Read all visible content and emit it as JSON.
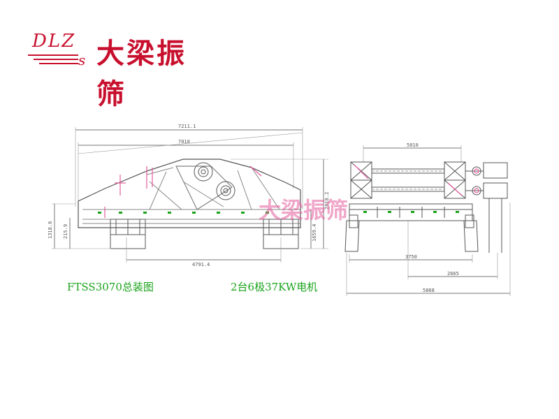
{
  "logo": {
    "mark": "DLZ",
    "sub": "s",
    "brand": "大梁振筛"
  },
  "watermark": "大梁振筛",
  "captions": {
    "left": "FTSS3070总装图",
    "right": "2台6极37KW电机"
  },
  "dimensions": {
    "overall_length": "7211.1",
    "frame_length": "7010",
    "support_span": "4791.4",
    "left_height": "1318.6",
    "small_height": "215.9",
    "right_height_a": "1659.4",
    "right_height_b": "2018.2",
    "top_width": "5010",
    "base_width": "3750",
    "motor_offset": "2665",
    "total_width": "5868"
  },
  "colors": {
    "brand": "#c8102e",
    "line": "#555555",
    "dim": "#777777",
    "pink": "#e45c9c",
    "green": "#1aa31a"
  }
}
